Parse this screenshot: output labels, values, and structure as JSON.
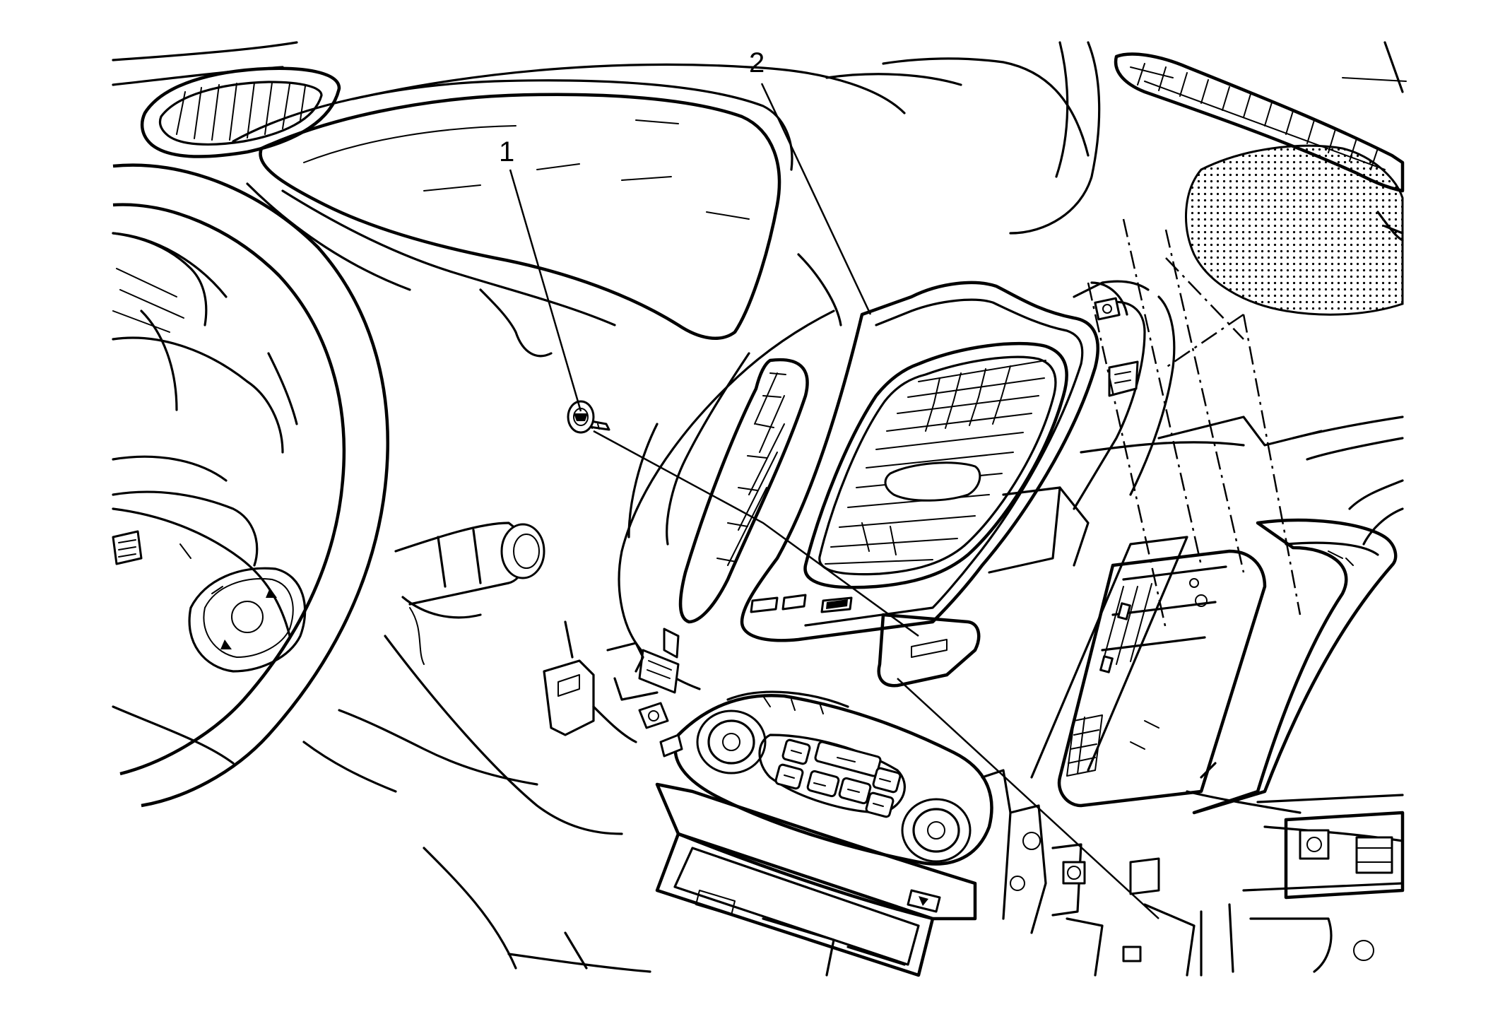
{
  "figure": {
    "callouts": [
      {
        "id": "1",
        "label": "1",
        "target": "bolt-fastener"
      },
      {
        "id": "2",
        "label": "2",
        "target": "center-air-outlet-bezel"
      }
    ]
  }
}
